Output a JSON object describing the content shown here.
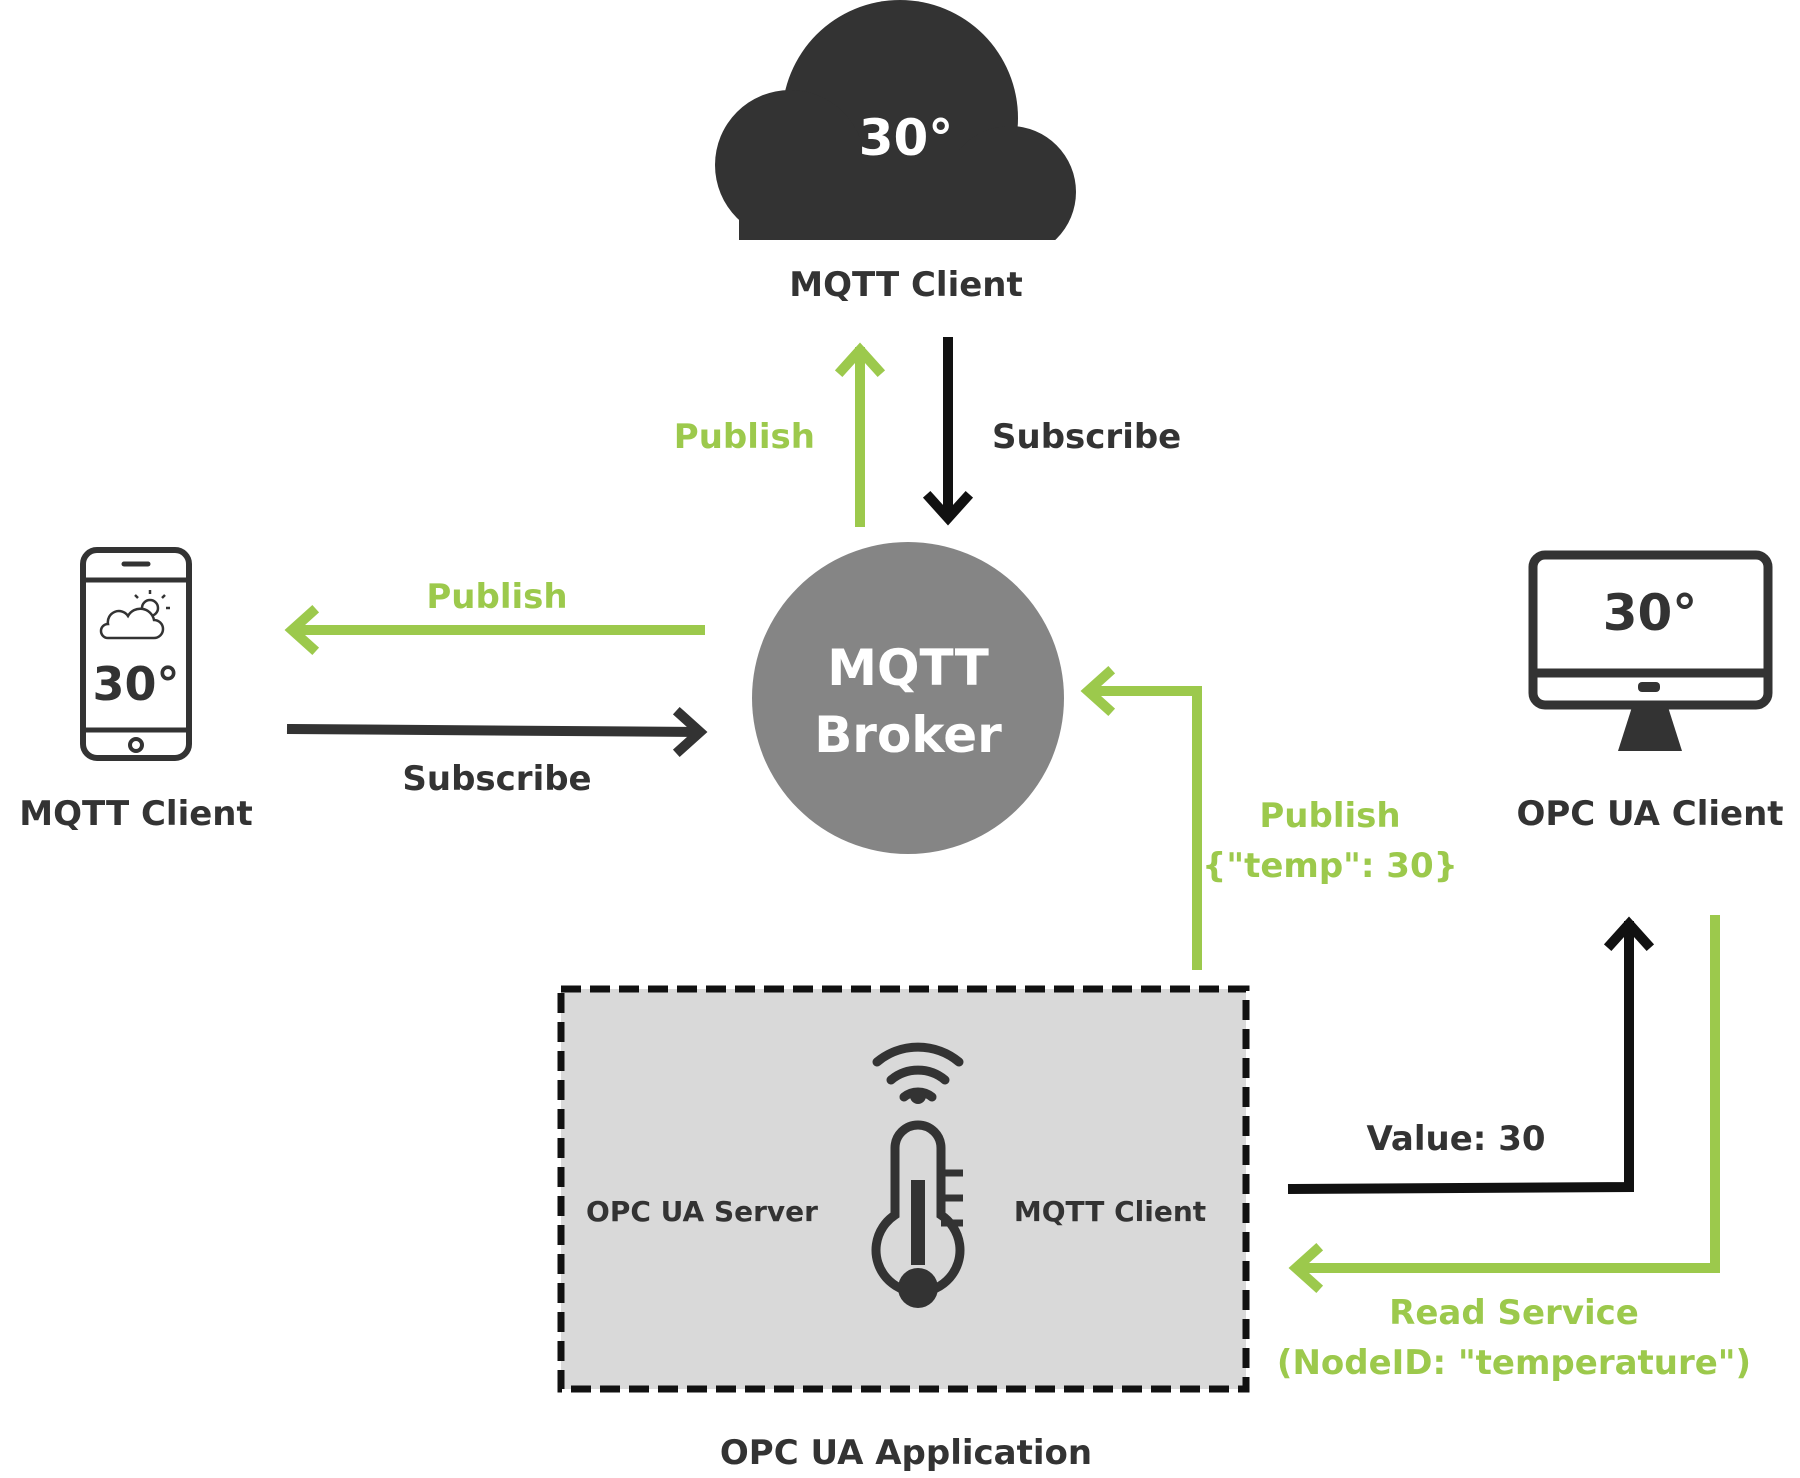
{
  "colors": {
    "green": "#9cc94c",
    "dark": "#333333",
    "black": "#111111",
    "broker": "#858585",
    "app_box": "#d9d9d9"
  },
  "cloud_client": {
    "value": "30°",
    "label": "MQTT Client",
    "icon": "cloud-icon"
  },
  "phone_client": {
    "value": "30°",
    "label": "MQTT Client",
    "icon": "smartphone-weather-icon"
  },
  "broker": {
    "line1": "MQTT",
    "line2": "Broker"
  },
  "opc_client": {
    "value": "30°",
    "label": "OPC UA Client",
    "icon": "desktop-monitor-icon"
  },
  "app": {
    "server_label": "OPC UA Server",
    "mqtt_label": "MQTT Client",
    "caption": "OPC UA Application",
    "icons": [
      "wifi-icon",
      "thermometer-icon"
    ]
  },
  "edges": {
    "top_publish": "Publish",
    "top_subscribe": "Subscribe",
    "left_publish": "Publish",
    "left_subscribe": "Subscribe",
    "app_publish": "Publish",
    "app_publish_payload": "{\"temp\": 30}",
    "value_label": "Value: 30",
    "read_service": "Read Service",
    "read_service_node": "(NodeID: \"temperature\")"
  }
}
